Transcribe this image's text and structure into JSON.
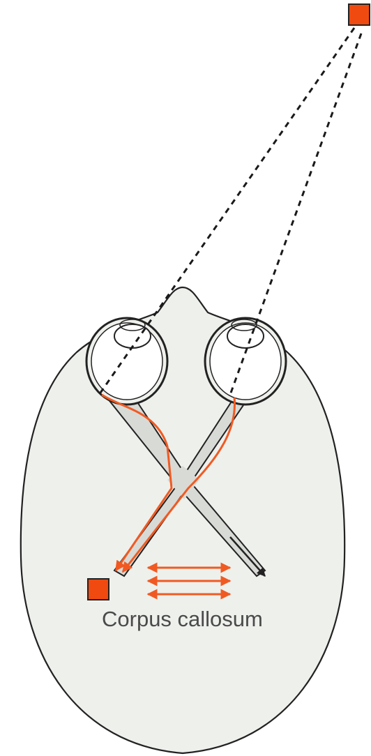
{
  "labels": {
    "corpus_callosum": "Corpus callosum"
  },
  "colors": {
    "stimulus": "#f04a10",
    "signal_path": "#f05a22",
    "head_fill": "#eef0ec",
    "outline": "#222222",
    "sight_line": "#1a1a1a"
  },
  "icons": {
    "stimulus": "square-marker",
    "perceived": "square-marker"
  }
}
